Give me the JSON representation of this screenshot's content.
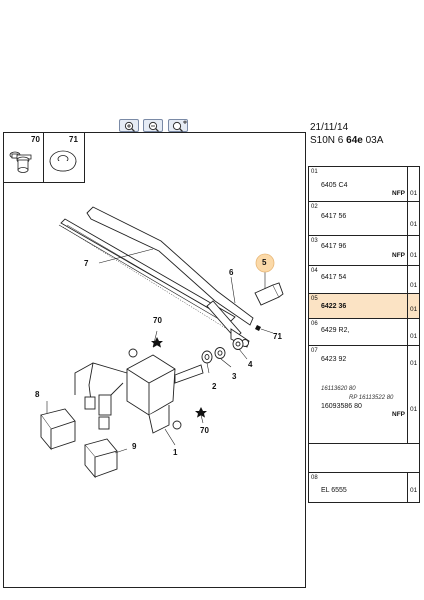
{
  "header": {
    "date": "21/11/14",
    "code_prefix": "S10N 6",
    "code_bold": "64e",
    "code_suffix": "03A"
  },
  "toolbar": {
    "buttons": [
      {
        "name": "zoom-in-icon"
      },
      {
        "name": "zoom-out-icon"
      },
      {
        "name": "zoom-fit-icon"
      }
    ]
  },
  "detail": {
    "left_number": "70",
    "right_number": "71"
  },
  "callouts": {
    "c1": "1",
    "c2": "2",
    "c3": "3",
    "c4": "4",
    "c5": "5",
    "c6": "6",
    "c7": "7",
    "c8": "8",
    "c9": "9",
    "c70a": "70",
    "c70b": "70",
    "c71": "71"
  },
  "parts": [
    {
      "num": "01",
      "ref": "6405 C4",
      "qty": "01",
      "nfp": "NFP"
    },
    {
      "num": "02",
      "ref": "6417 56",
      "qty": "01",
      "nfp": ""
    },
    {
      "num": "03",
      "ref": "6417 96",
      "qty": "01",
      "nfp": "NFP"
    },
    {
      "num": "04",
      "ref": "6417 54",
      "qty": "01",
      "nfp": ""
    },
    {
      "num": "05",
      "ref": "6422 36",
      "qty": "01",
      "nfp": ""
    },
    {
      "num": "06",
      "ref": "6429 R2,",
      "qty": "01",
      "nfp": ""
    },
    {
      "num": "07",
      "ref": "6423 92",
      "qty": "01",
      "nfp": "",
      "sub1": "16113620 80",
      "sub2": "RP 16113522 80",
      "sub3": "16093586 80",
      "sub3_qty": "01",
      "sub3_nfp": "NFP"
    },
    {
      "num": "08",
      "ref": "EL 6555",
      "qty": "01",
      "nfp": ""
    }
  ],
  "colors": {
    "highlight": "#fbe3c4",
    "callout_fill": "#fbd9a8"
  }
}
